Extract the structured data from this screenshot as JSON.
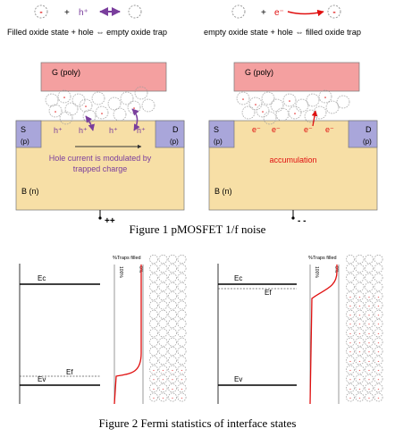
{
  "legend": {
    "hole_symbol": "h⁺",
    "electron_symbol": "e⁻",
    "charge_symbol": "-",
    "plus_sign": "+",
    "left_text": "Filled oxide state + hole ⇔  empty oxide trap",
    "right_text": "empty oxide state + hole ⇔  filled oxide trap"
  },
  "left_device": {
    "gate_label": "G (poly)",
    "source_label": "S",
    "source_type": "(p)",
    "drain_label": "D",
    "drain_type": "(p)",
    "body_label": "B (n)",
    "carrier_label": "h⁺",
    "channel_text_line1": "Hole current is modulated by",
    "channel_text_line2": "trapped charge",
    "bias": "++"
  },
  "right_device": {
    "gate_label": "G (poly)",
    "source_label": "S",
    "source_type": "(p)",
    "drain_label": "D",
    "drain_type": "(p)",
    "body_label": "B (n)",
    "carrier_label": "e⁻",
    "channel_text": "accumulation",
    "bias": "- -"
  },
  "figure1_caption": "Figure 1 pMOSFET 1/f noise",
  "left_bands": {
    "ec_label": "Ec",
    "ef_label": "Ef",
    "ev_label": "Ev",
    "occupancy_axis_title": "%Traps filled",
    "occupancy_axis_top": "100%",
    "occupancy_axis_bottom": "0%"
  },
  "right_bands": {
    "ec_label": "Ec",
    "ef_label": "Ef",
    "ev_label": "Ev",
    "occupancy_axis_title": "%Traps filled",
    "occupancy_axis_top": "100%",
    "occupancy_axis_bottom": "0%"
  },
  "figure2_caption": "Figure 2 Fermi statistics of interface states",
  "colors": {
    "gate": "#f4a0a0",
    "source_drain": "#a9a6da",
    "body": "#f7dfa6",
    "charge": "#e01010",
    "purple_arrow": "#7a3e9d",
    "trap_outline": "#9a9a9a",
    "curve": "#e01010"
  }
}
